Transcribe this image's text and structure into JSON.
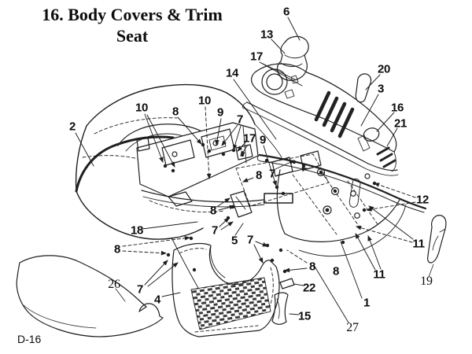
{
  "title": {
    "line1": "16. Body Covers & Trim",
    "line2": "Seat"
  },
  "page_label": "D-16",
  "colors": {
    "ink": "#1f1f1f",
    "paper": "#ffffff"
  },
  "callouts": [
    {
      "t": "6"
    },
    {
      "t": "13"
    },
    {
      "t": "17"
    },
    {
      "t": "14"
    },
    {
      "t": "20"
    },
    {
      "t": "3"
    },
    {
      "t": "16"
    },
    {
      "t": "21"
    },
    {
      "t": "2"
    },
    {
      "t": "10"
    },
    {
      "t": "8"
    },
    {
      "t": "10"
    },
    {
      "t": "9"
    },
    {
      "t": "7"
    },
    {
      "t": "17"
    },
    {
      "t": "9"
    },
    {
      "t": "8"
    },
    {
      "t": "7"
    },
    {
      "t": "8"
    },
    {
      "t": "18"
    },
    {
      "t": "8"
    },
    {
      "t": "7"
    },
    {
      "t": "5"
    },
    {
      "t": "7"
    },
    {
      "t": "12"
    },
    {
      "t": "11"
    },
    {
      "t": "11"
    },
    {
      "t": "8"
    },
    {
      "t": "8"
    },
    {
      "t": "26"
    },
    {
      "t": "7"
    },
    {
      "t": "4"
    },
    {
      "t": "22"
    },
    {
      "t": "15"
    },
    {
      "t": "1"
    },
    {
      "t": "27"
    },
    {
      "t": "19"
    }
  ]
}
